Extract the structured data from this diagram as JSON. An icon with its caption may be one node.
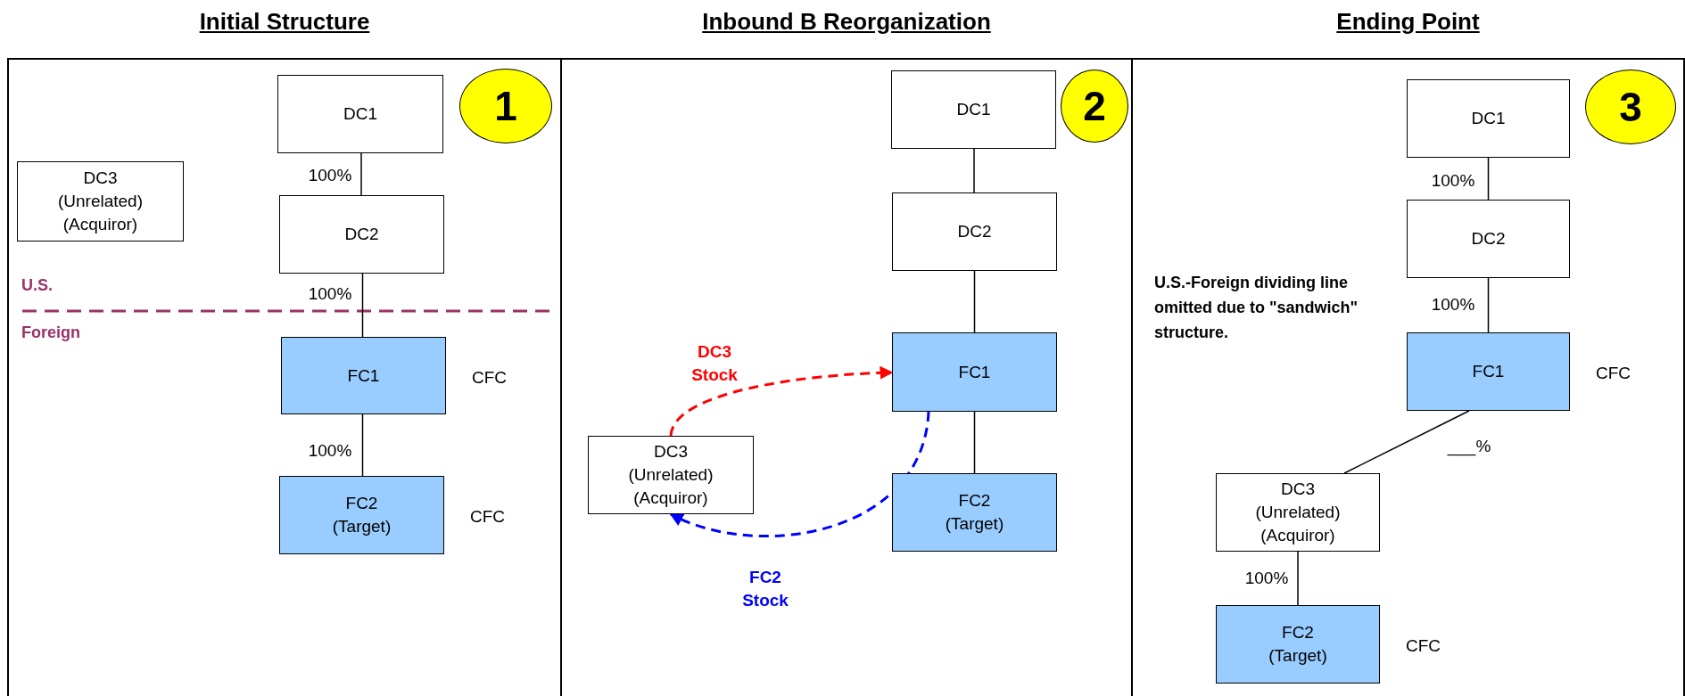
{
  "diagram": {
    "nodes": [
      {
        "text": [
          "Initial Structure"
        ]
      },
      {
        "text": [
          "DC1"
        ],
        "in": 0
      },
      {
        "text": [
          "1"
        ],
        "in": 0
      },
      {
        "text": [
          "DC3",
          "(Unrelated)",
          "(Acquiror)"
        ],
        "in": 0
      },
      {
        "text": [
          "DC2"
        ],
        "in": 0
      },
      {
        "text": [
          "FC1"
        ],
        "in": 0,
        "beside": [
          "CFC"
        ]
      },
      {
        "text": [
          "FC2",
          "(Target)"
        ],
        "in": 0,
        "beside": [
          "CFC"
        ]
      },
      {
        "text": [
          "Inbound B Reorganization"
        ]
      },
      {
        "text": [
          "DC1"
        ],
        "in": 7
      },
      {
        "text": [
          "2"
        ],
        "in": 7
      },
      {
        "text": [
          "DC2"
        ],
        "in": 7
      },
      {
        "text": [
          "FC1"
        ],
        "in": 7
      },
      {
        "text": [
          "DC3",
          "(Unrelated)",
          "(Acquiror)"
        ],
        "in": 7
      },
      {
        "text": [
          "FC2",
          "(Target)"
        ],
        "in": 7
      },
      {
        "text": [
          "Ending Point"
        ]
      },
      {
        "text": [
          "DC1"
        ],
        "in": 14
      },
      {
        "text": [
          "3"
        ],
        "in": 14
      },
      {
        "text": [
          "DC2"
        ],
        "in": 14
      },
      {
        "text": [
          "FC1"
        ],
        "in": 14,
        "beside": [
          "CFC"
        ]
      },
      {
        "text": [
          "DC3",
          "(Unrelated)",
          "(Acquiror)"
        ],
        "in": 14
      },
      {
        "text": [
          "FC2",
          "(Target)"
        ],
        "in": 14,
        "beside": [
          "CFC"
        ]
      }
    ],
    "edges": [
      {
        "from": 1,
        "to": 4,
        "arrow": "none",
        "label": "100%"
      },
      {
        "from": 4,
        "to": 5,
        "arrow": "none",
        "label": "100%"
      },
      {
        "from": 5,
        "to": 6,
        "arrow": "none",
        "label": "100%"
      },
      {
        "from": 8,
        "to": 10,
        "arrow": "none"
      },
      {
        "from": 10,
        "to": 11,
        "arrow": "none"
      },
      {
        "from": 11,
        "to": 13,
        "arrow": "none"
      },
      {
        "from": 12,
        "to": 11,
        "arrow": "to",
        "label": "DC3 Stock",
        "style": "dashed",
        "color": "#ff0000"
      },
      {
        "from": 11,
        "to": 12,
        "arrow": "to",
        "label": "FC2 Stock",
        "style": "dashed",
        "color": "#0000ff"
      },
      {
        "from": 15,
        "to": 17,
        "arrow": "none",
        "label": "100%"
      },
      {
        "from": 17,
        "to": 18,
        "arrow": "none",
        "label": "100%"
      },
      {
        "from": 18,
        "to": 19,
        "arrow": "none",
        "label": "___%"
      },
      {
        "from": 19,
        "to": 20,
        "arrow": "none",
        "label": "100%"
      }
    ],
    "labels": [
      "U.S.",
      "Foreign",
      "U.S.-Foreign dividing line omitted due to \"sandwich\" structure."
    ]
  }
}
